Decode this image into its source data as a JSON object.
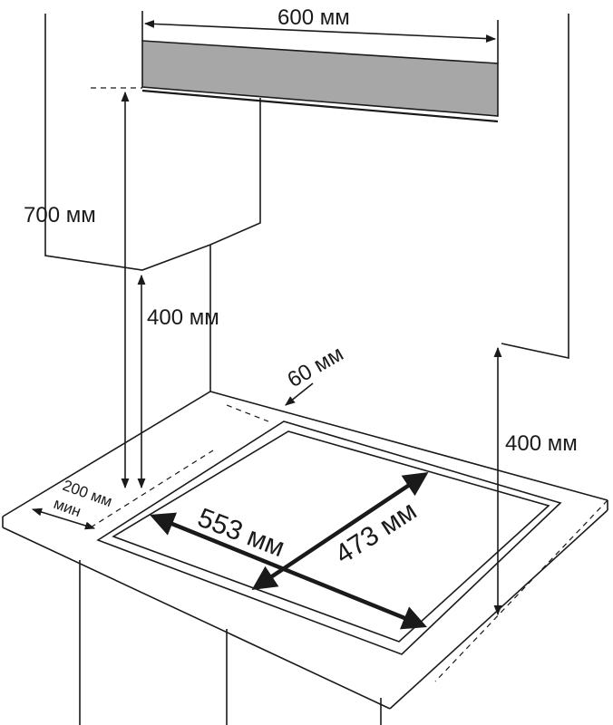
{
  "labels": {
    "width_600": "600 мм",
    "height_700": "700 мм",
    "gap_400_left": "400 мм",
    "gap_400_right": "400 мм",
    "margin_60": "60 мм",
    "side_200_value": "200 мм",
    "side_200_min": "мин",
    "cutout_553": "553 мм",
    "cutout_473": "473 мм"
  },
  "colors": {
    "hood_fill": "#a7a7a7",
    "line": "#1a1a1a"
  }
}
